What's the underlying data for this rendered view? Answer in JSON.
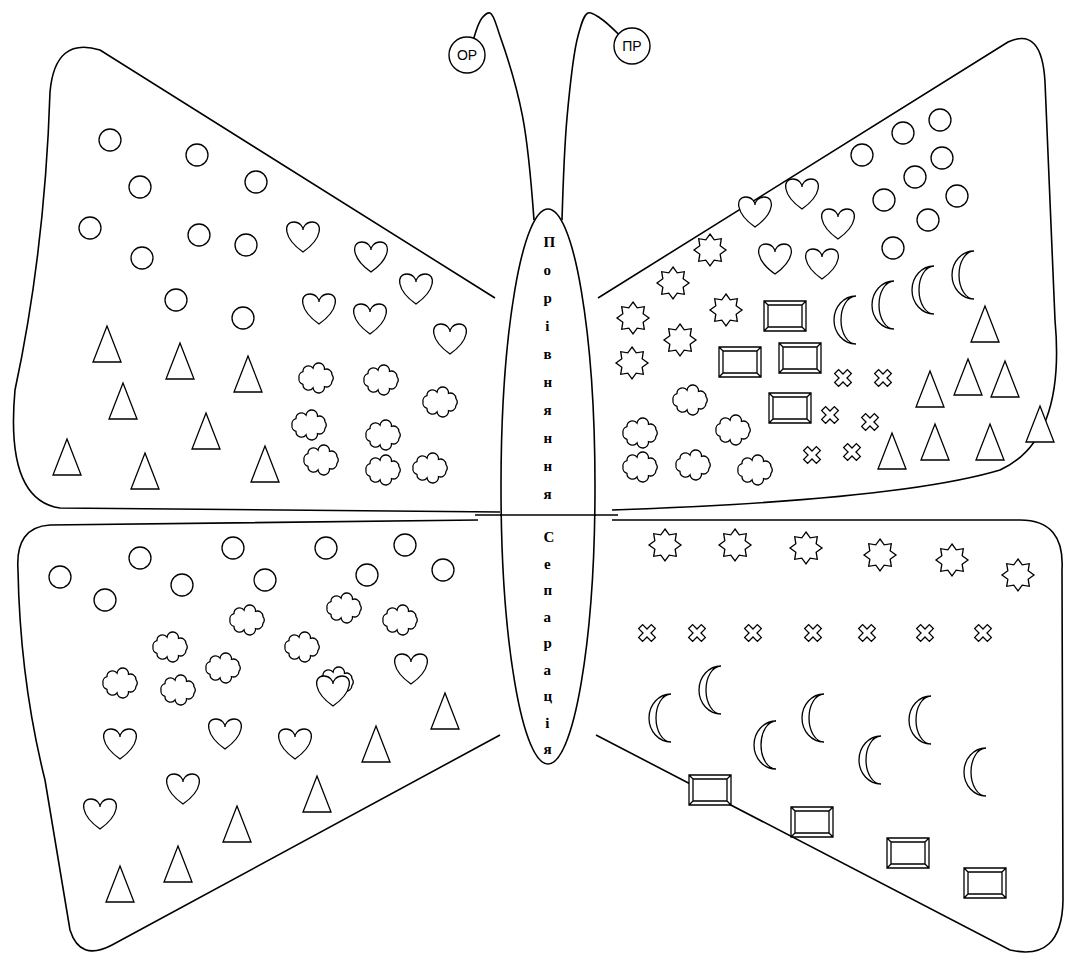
{
  "diagram": {
    "nodes": [
      {
        "text": [
          "ОР"
        ]
      },
      {
        "text": [
          "ПР"
        ]
      },
      {
        "text": [
          "Порівняння",
          "Сепарація"
        ]
      }
    ],
    "edges": [
      {
        "from": 2,
        "to": 0,
        "arrow": "none"
      },
      {
        "from": 2,
        "to": 1,
        "arrow": "none"
      }
    ]
  }
}
